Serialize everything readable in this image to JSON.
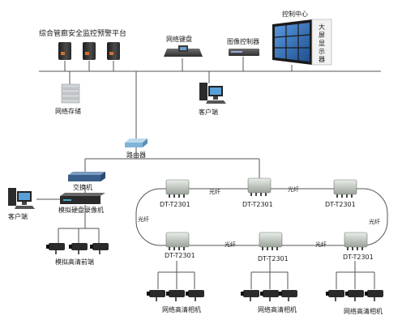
{
  "platform_label": "综合管廊安全监控预警平台",
  "keyboard_label": "网络键盘",
  "image_controller_label": "图像控制器",
  "control_center_label": "控制中心",
  "big_screen_label": [
    "大",
    "屏",
    "显",
    "示",
    "器"
  ],
  "storage_label": "网络存储",
  "client_top_label": "客户端",
  "router_label": "路由器",
  "switch_label": "交换机",
  "dvr_label": "模拟硬盘录像机",
  "client_left_label": "客户端",
  "analog_front_label": "模拟高清前端",
  "fiber_label": "光纤",
  "nodes": [
    "DT-T2301",
    "DT-T2301",
    "DT-T2301",
    "DT-T2301",
    "DT-T2301",
    "DT-T2301"
  ],
  "camera_group_label": "网络高清相机",
  "colors": {
    "line": "#555555",
    "server": "#2b2b2b",
    "screen_blue": "#2f6fb5",
    "switch_blue": "#3a5f8a",
    "router_blue": "#7fb3d8"
  }
}
